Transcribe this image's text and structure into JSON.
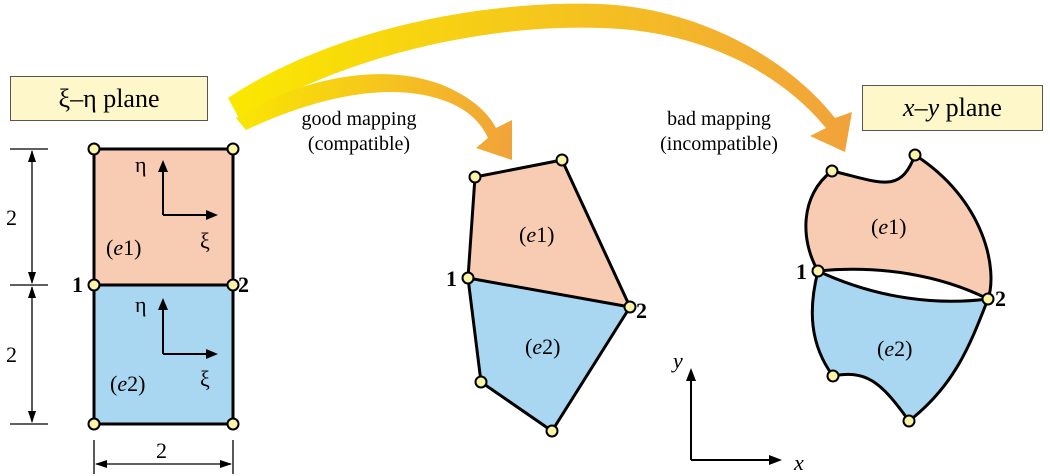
{
  "planes": {
    "source": "ξ–η plane",
    "target_var": "x–y",
    "target_word": " plane"
  },
  "mappings": {
    "good_line1": "good mapping",
    "good_line2": "(compatible)",
    "bad_line1": "bad mapping",
    "bad_line2": "(incompatible)"
  },
  "elements": {
    "e1_open": "(",
    "e1_var": "e",
    "e1_num": "1)",
    "e2_open": "(",
    "e2_var": "e",
    "e2_num": "2)"
  },
  "nodes": {
    "node1": "1",
    "node2": "2"
  },
  "local_axes": {
    "xi": "ξ",
    "eta": "η"
  },
  "global_axes": {
    "x": "x",
    "y": "y"
  },
  "dimensions": {
    "height_upper": "2",
    "height_lower": "2",
    "width": "2"
  },
  "colors": {
    "element1": "#f7ccb3",
    "element2": "#a9d7f2",
    "node_fill": "#fbf3a6",
    "arrow_start": "#fae800",
    "arrow_end": "#f1a23a",
    "label_box": "#fdf7c9"
  }
}
